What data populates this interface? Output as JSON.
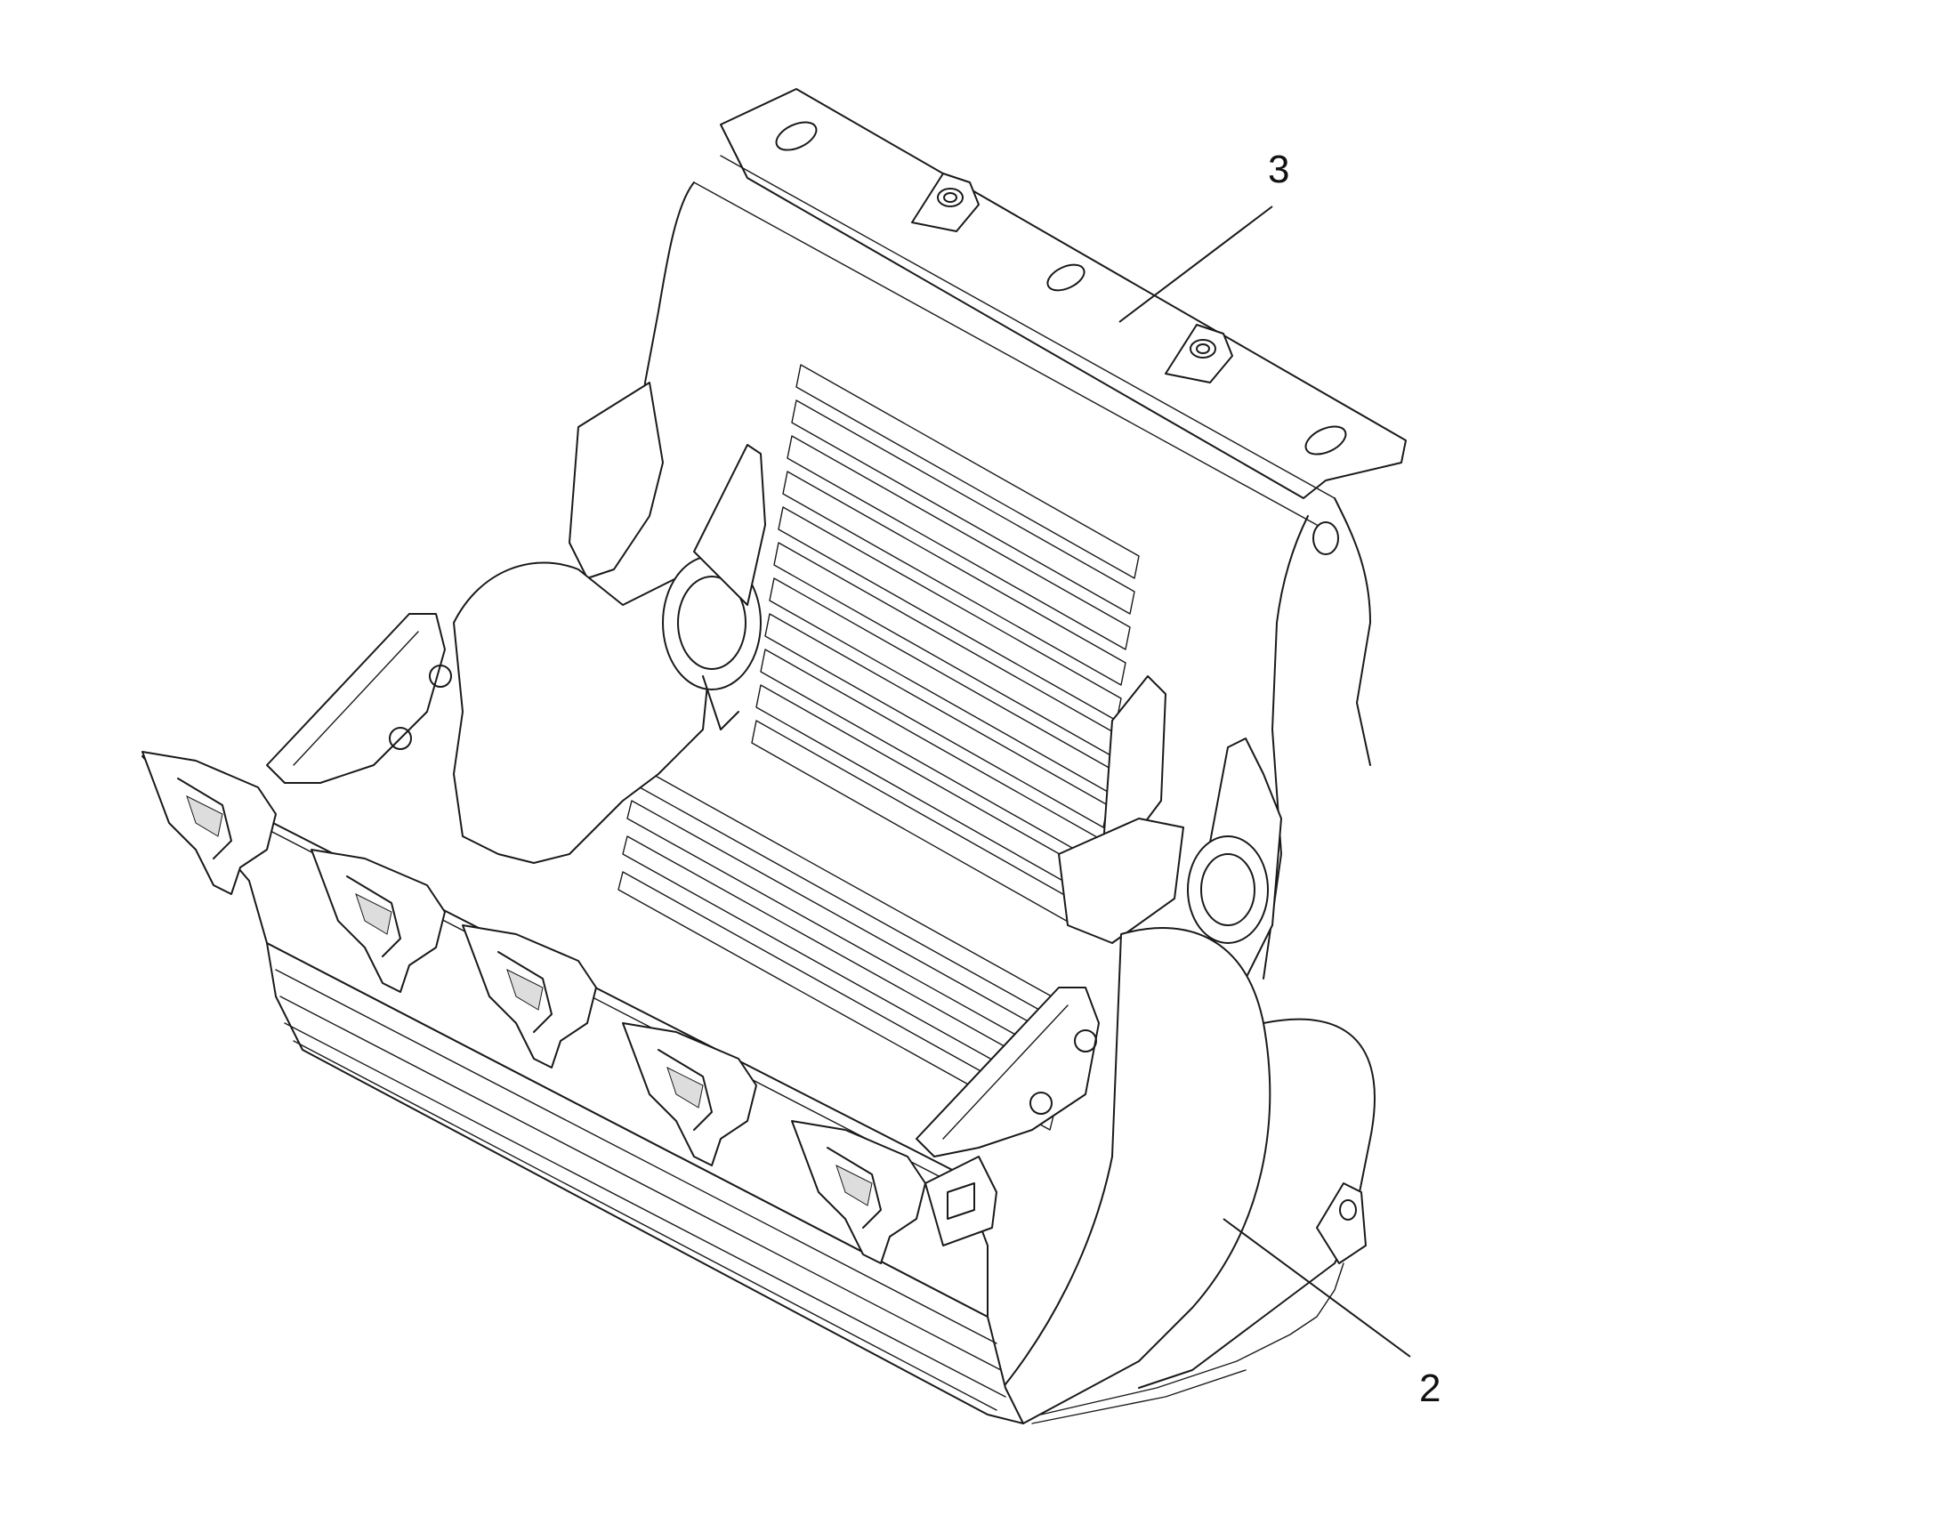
{
  "callouts": [
    {
      "id": "part-3",
      "label": "3"
    },
    {
      "id": "part-2",
      "label": "2"
    }
  ]
}
